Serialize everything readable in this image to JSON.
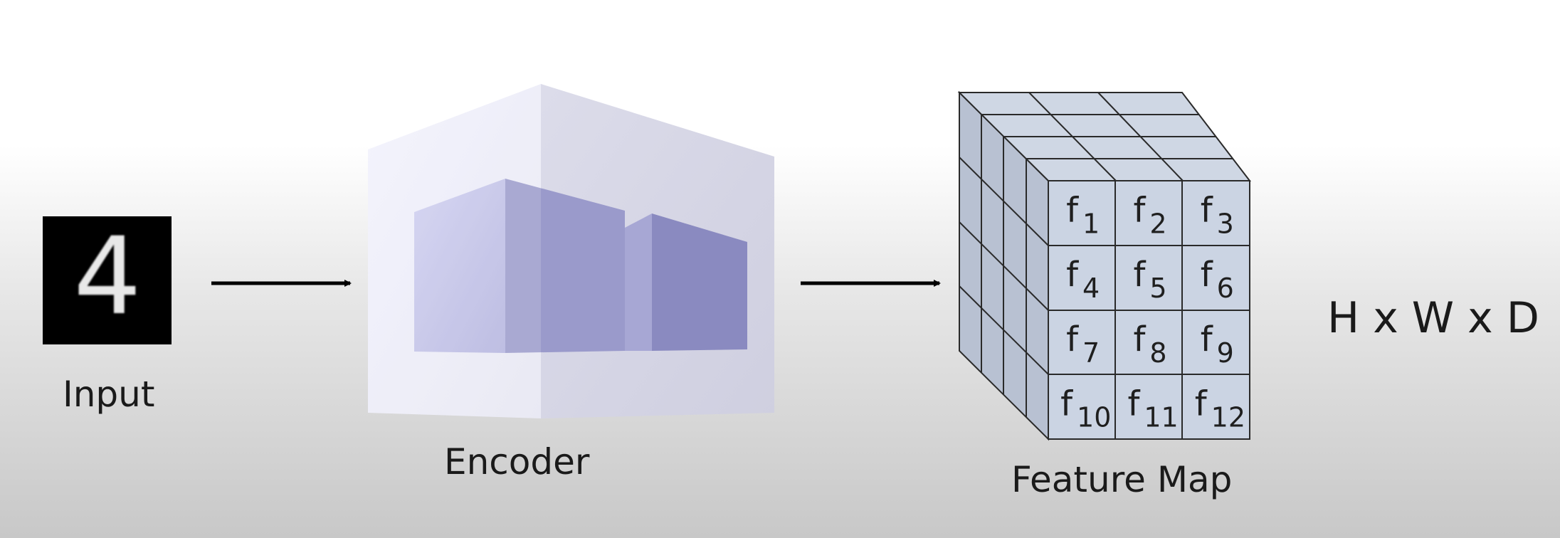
{
  "input": {
    "label": "Input",
    "digit": "4"
  },
  "encoder": {
    "label": "Encoder"
  },
  "feature_map": {
    "label": "Feature Map",
    "dims": "H x W x D",
    "cells": [
      {
        "base": "f",
        "sub": "1"
      },
      {
        "base": "f",
        "sub": "2"
      },
      {
        "base": "f",
        "sub": "3"
      },
      {
        "base": "f",
        "sub": "4"
      },
      {
        "base": "f",
        "sub": "5"
      },
      {
        "base": "f",
        "sub": "6"
      },
      {
        "base": "f",
        "sub": "7"
      },
      {
        "base": "f",
        "sub": "8"
      },
      {
        "base": "f",
        "sub": "9"
      },
      {
        "base": "f",
        "sub": "10"
      },
      {
        "base": "f",
        "sub": "11"
      },
      {
        "base": "f",
        "sub": "12"
      }
    ]
  },
  "colors": {
    "cube": "#c9d2e1",
    "encoder_glass": "#d8d8ee",
    "encoder_block": "#8c8cc4",
    "arrow": "#000000"
  }
}
